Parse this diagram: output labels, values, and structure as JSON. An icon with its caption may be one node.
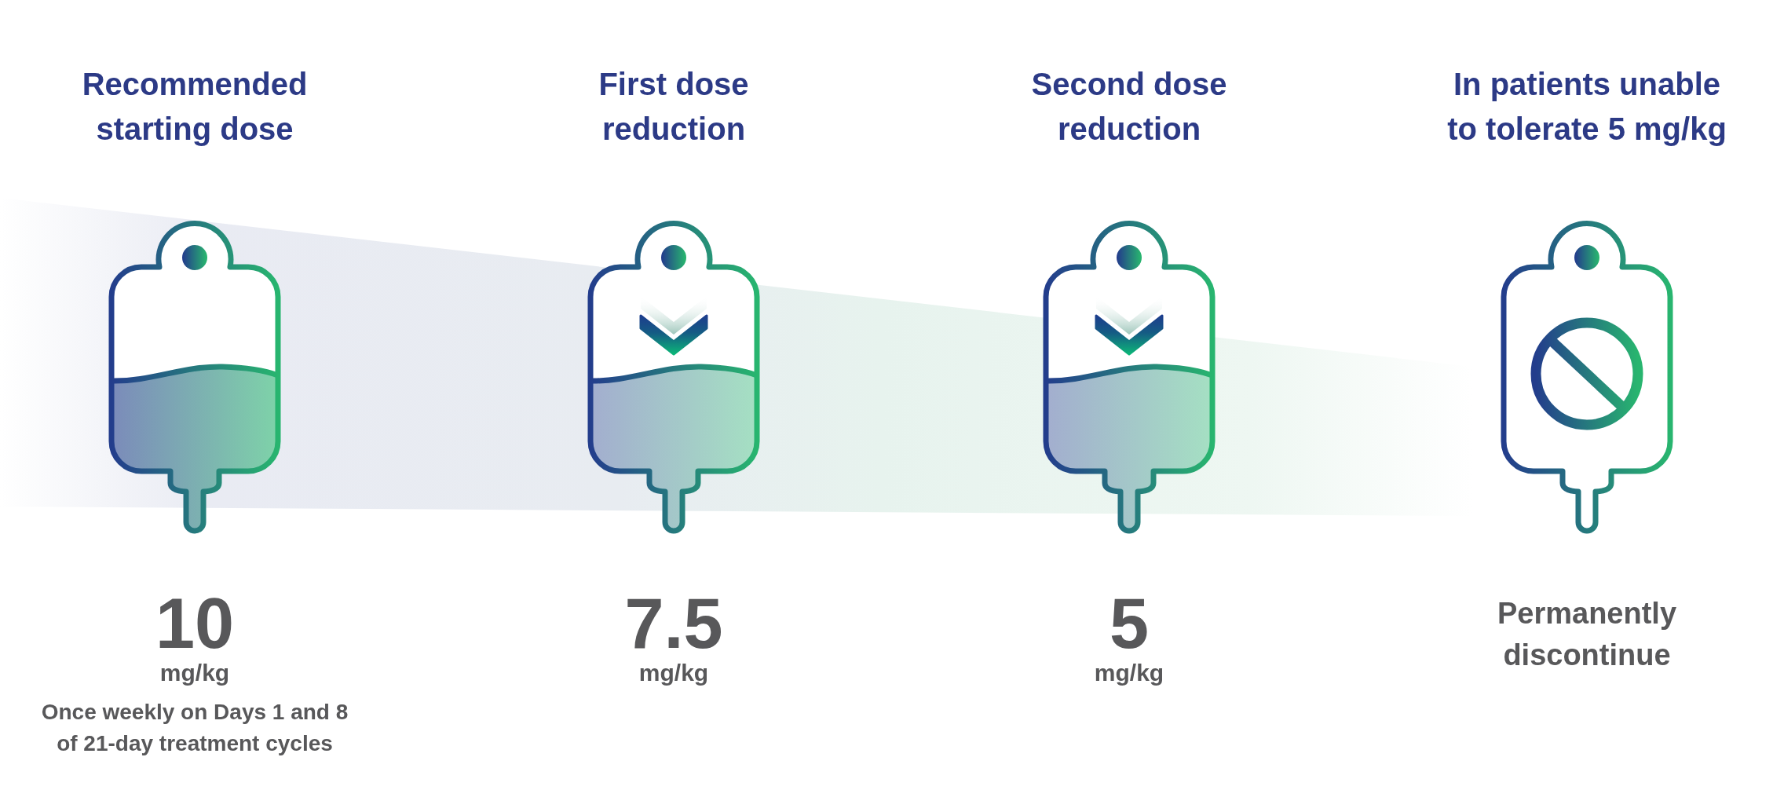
{
  "diagram": {
    "nodes": [
      {
        "text": [
          "Recommended starting dose"
        ],
        "beside": [
          "10",
          "mg/kg",
          "Once weekly on Days 1 and 8 of 21-day treatment cycles"
        ]
      },
      {
        "text": [
          "First dose reduction"
        ],
        "beside": [
          "7.5",
          "mg/kg"
        ]
      },
      {
        "text": [
          "Second dose reduction"
        ],
        "beside": [
          "5",
          "mg/kg"
        ]
      },
      {
        "text": [
          "In patients unable to tolerate 5 mg/kg"
        ],
        "beside": [
          "Permanently discontinue"
        ]
      }
    ]
  }
}
